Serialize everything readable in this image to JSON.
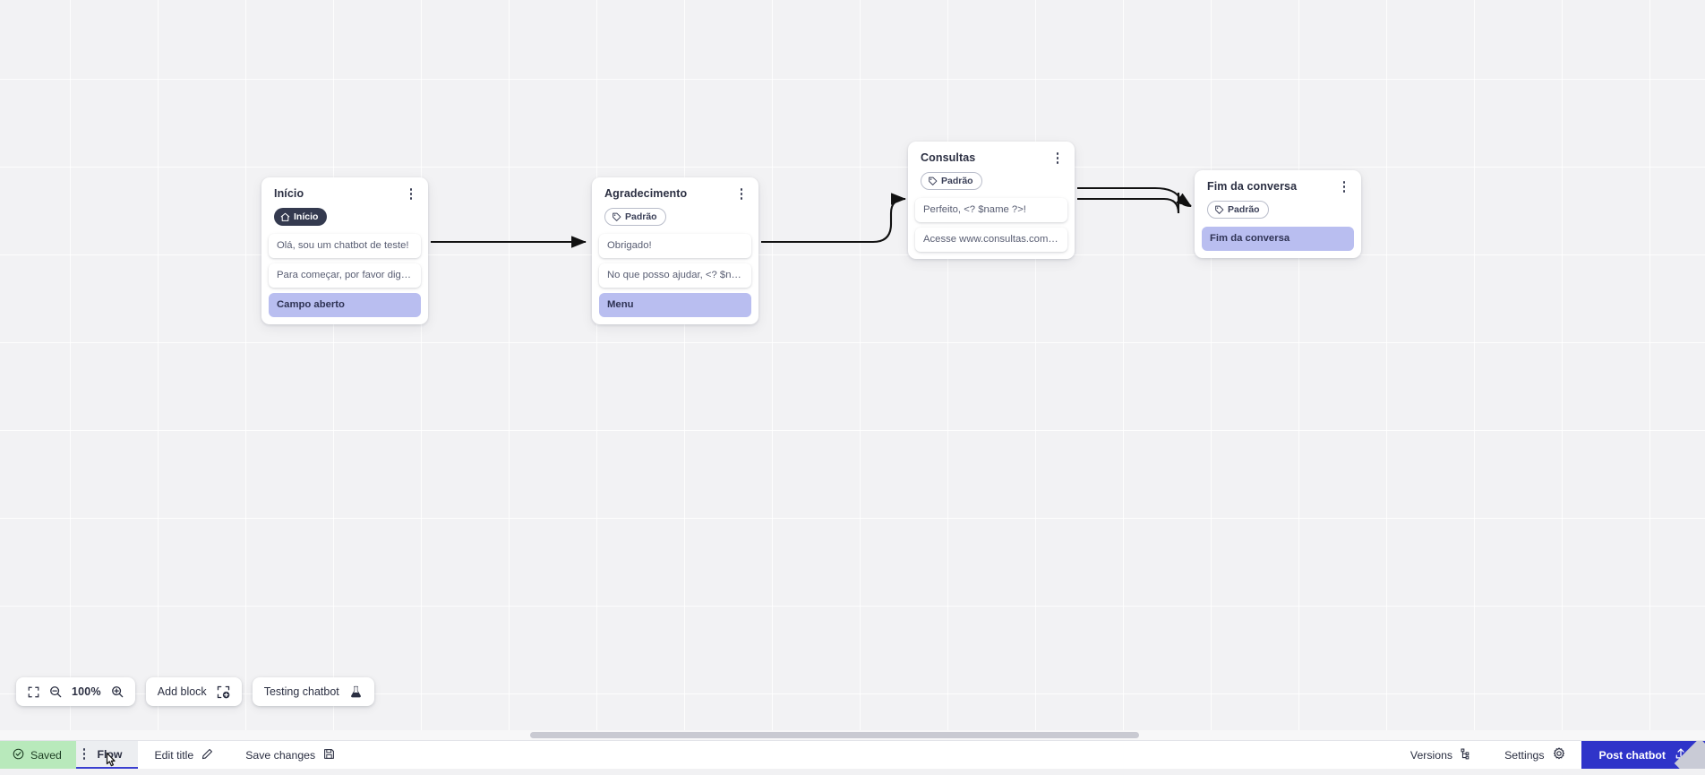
{
  "app": {
    "zoom_level": "100%"
  },
  "canvas": {
    "blocks": [
      {
        "title": "Início",
        "badge": {
          "label": "Início",
          "icon": "home-icon",
          "style": "dark"
        },
        "rows": [
          {
            "text": "Olá, sou um chatbot de teste!",
            "accent": false
          },
          {
            "text": "Para começar, por favor digite o …",
            "accent": false
          },
          {
            "text": "Campo aberto",
            "accent": true
          }
        ]
      },
      {
        "title": "Agradecimento",
        "badge": {
          "label": "Padrão",
          "icon": "tag-icon",
          "style": "outline"
        },
        "rows": [
          {
            "text": "Obrigado!",
            "accent": false
          },
          {
            "text": "No que posso ajudar, <? $name …",
            "accent": false
          },
          {
            "text": "Menu",
            "accent": true
          }
        ]
      },
      {
        "title": "Consultas",
        "badge": {
          "label": "Padrão",
          "icon": "tag-icon",
          "style": "outline"
        },
        "rows": [
          {
            "text": "Perfeito, <? $name ?>!",
            "accent": false
          },
          {
            "text": "Acesse www.consultas.com par…",
            "accent": false
          }
        ]
      },
      {
        "title": "Fim da conversa",
        "badge": {
          "label": "Padrão",
          "icon": "tag-icon",
          "style": "outline"
        },
        "rows": [
          {
            "text": "Fim da conversa",
            "accent": true
          }
        ]
      }
    ]
  },
  "toolbar": {
    "fit_icon": "fit-screen-icon",
    "zoom_out_icon": "zoom-out-icon",
    "zoom_in_icon": "zoom-in-icon",
    "zoom_label": "100%",
    "add_block_label": "Add block",
    "add_block_icon": "add-block-icon",
    "testing_chatbot_label": "Testing chatbot",
    "testing_chatbot_icon": "flask-icon"
  },
  "statusbar": {
    "saved_label": "Saved",
    "saved_icon": "check-circle-icon",
    "flow_tab_label": "Flow",
    "flow_tab_icon": "drag-handle-icon",
    "edit_title_label": "Edit title",
    "edit_title_icon": "pencil-icon",
    "save_changes_label": "Save changes",
    "save_changes_icon": "floppy-disk-icon",
    "versions_label": "Versions",
    "versions_icon": "branch-icon",
    "settings_label": "Settings",
    "settings_icon": "gear-icon",
    "post_chatbot_label": "Post chatbot",
    "post_chatbot_icon": "upload-icon"
  },
  "colors": {
    "accent_row": "#b9bef0",
    "primary": "#2f34c9",
    "saved_bg": "#b8e9bb",
    "badge_dark": "#343a4f"
  }
}
